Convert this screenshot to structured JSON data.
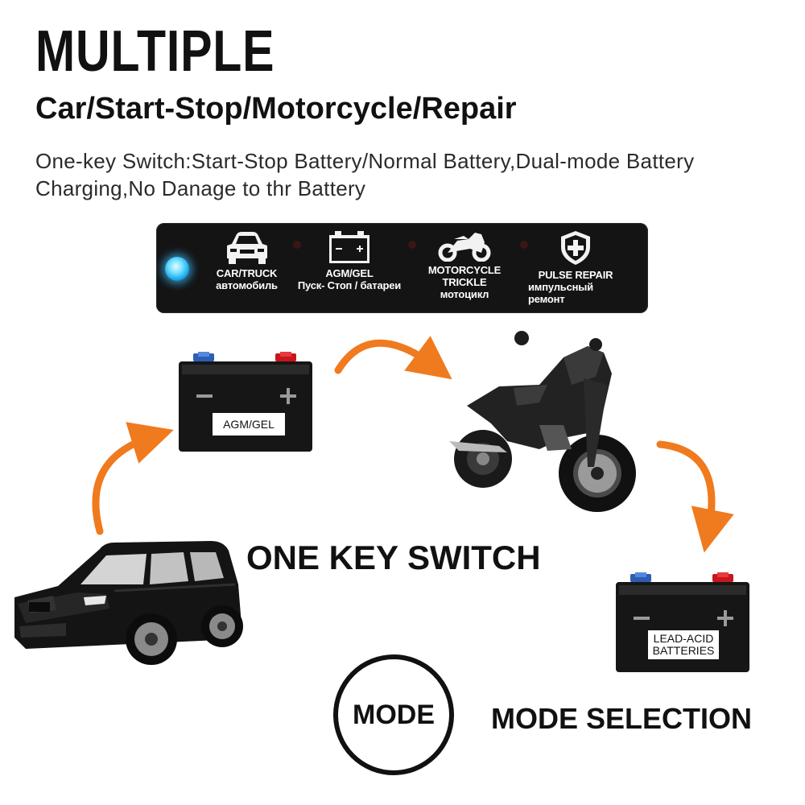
{
  "header": {
    "title": "MULTIPLE",
    "subtitle": "Car/Start-Stop/Motorcycle/Repair",
    "description": "One-key Switch:Start-Stop Battery/Normal Battery,Dual-mode Battery Charging,No Danage to thr Battery"
  },
  "panel": {
    "modes": [
      {
        "icon": "car-icon",
        "line1": "CAR/TRUCK",
        "line2": "автомобиль",
        "active": true
      },
      {
        "icon": "battery-icon",
        "line1": "AGM/GEL",
        "line2": "Пуск- Стоп / батареи",
        "active": false
      },
      {
        "icon": "motorcycle-icon",
        "line1": "MOTORCYCLE",
        "line2": "TRICKLE",
        "line3": "мотоцикл",
        "active": false
      },
      {
        "icon": "pulse-repair-icon",
        "line1": "PULSE REPAIR",
        "line2": "импульсный",
        "line3": "ремонт",
        "active": false
      }
    ],
    "led_color": "#2fb8f0"
  },
  "diagram": {
    "battery_agm_label": "AGM/GEL",
    "battery_lead_label_1": "LEAD-ACID",
    "battery_lead_label_2": "BATTERIES",
    "one_key_switch": "ONE KEY SWITCH",
    "arrow_color": "#f07a1e"
  },
  "footer": {
    "mode_button": "MODE",
    "mode_selection": "MODE SELECTION"
  }
}
